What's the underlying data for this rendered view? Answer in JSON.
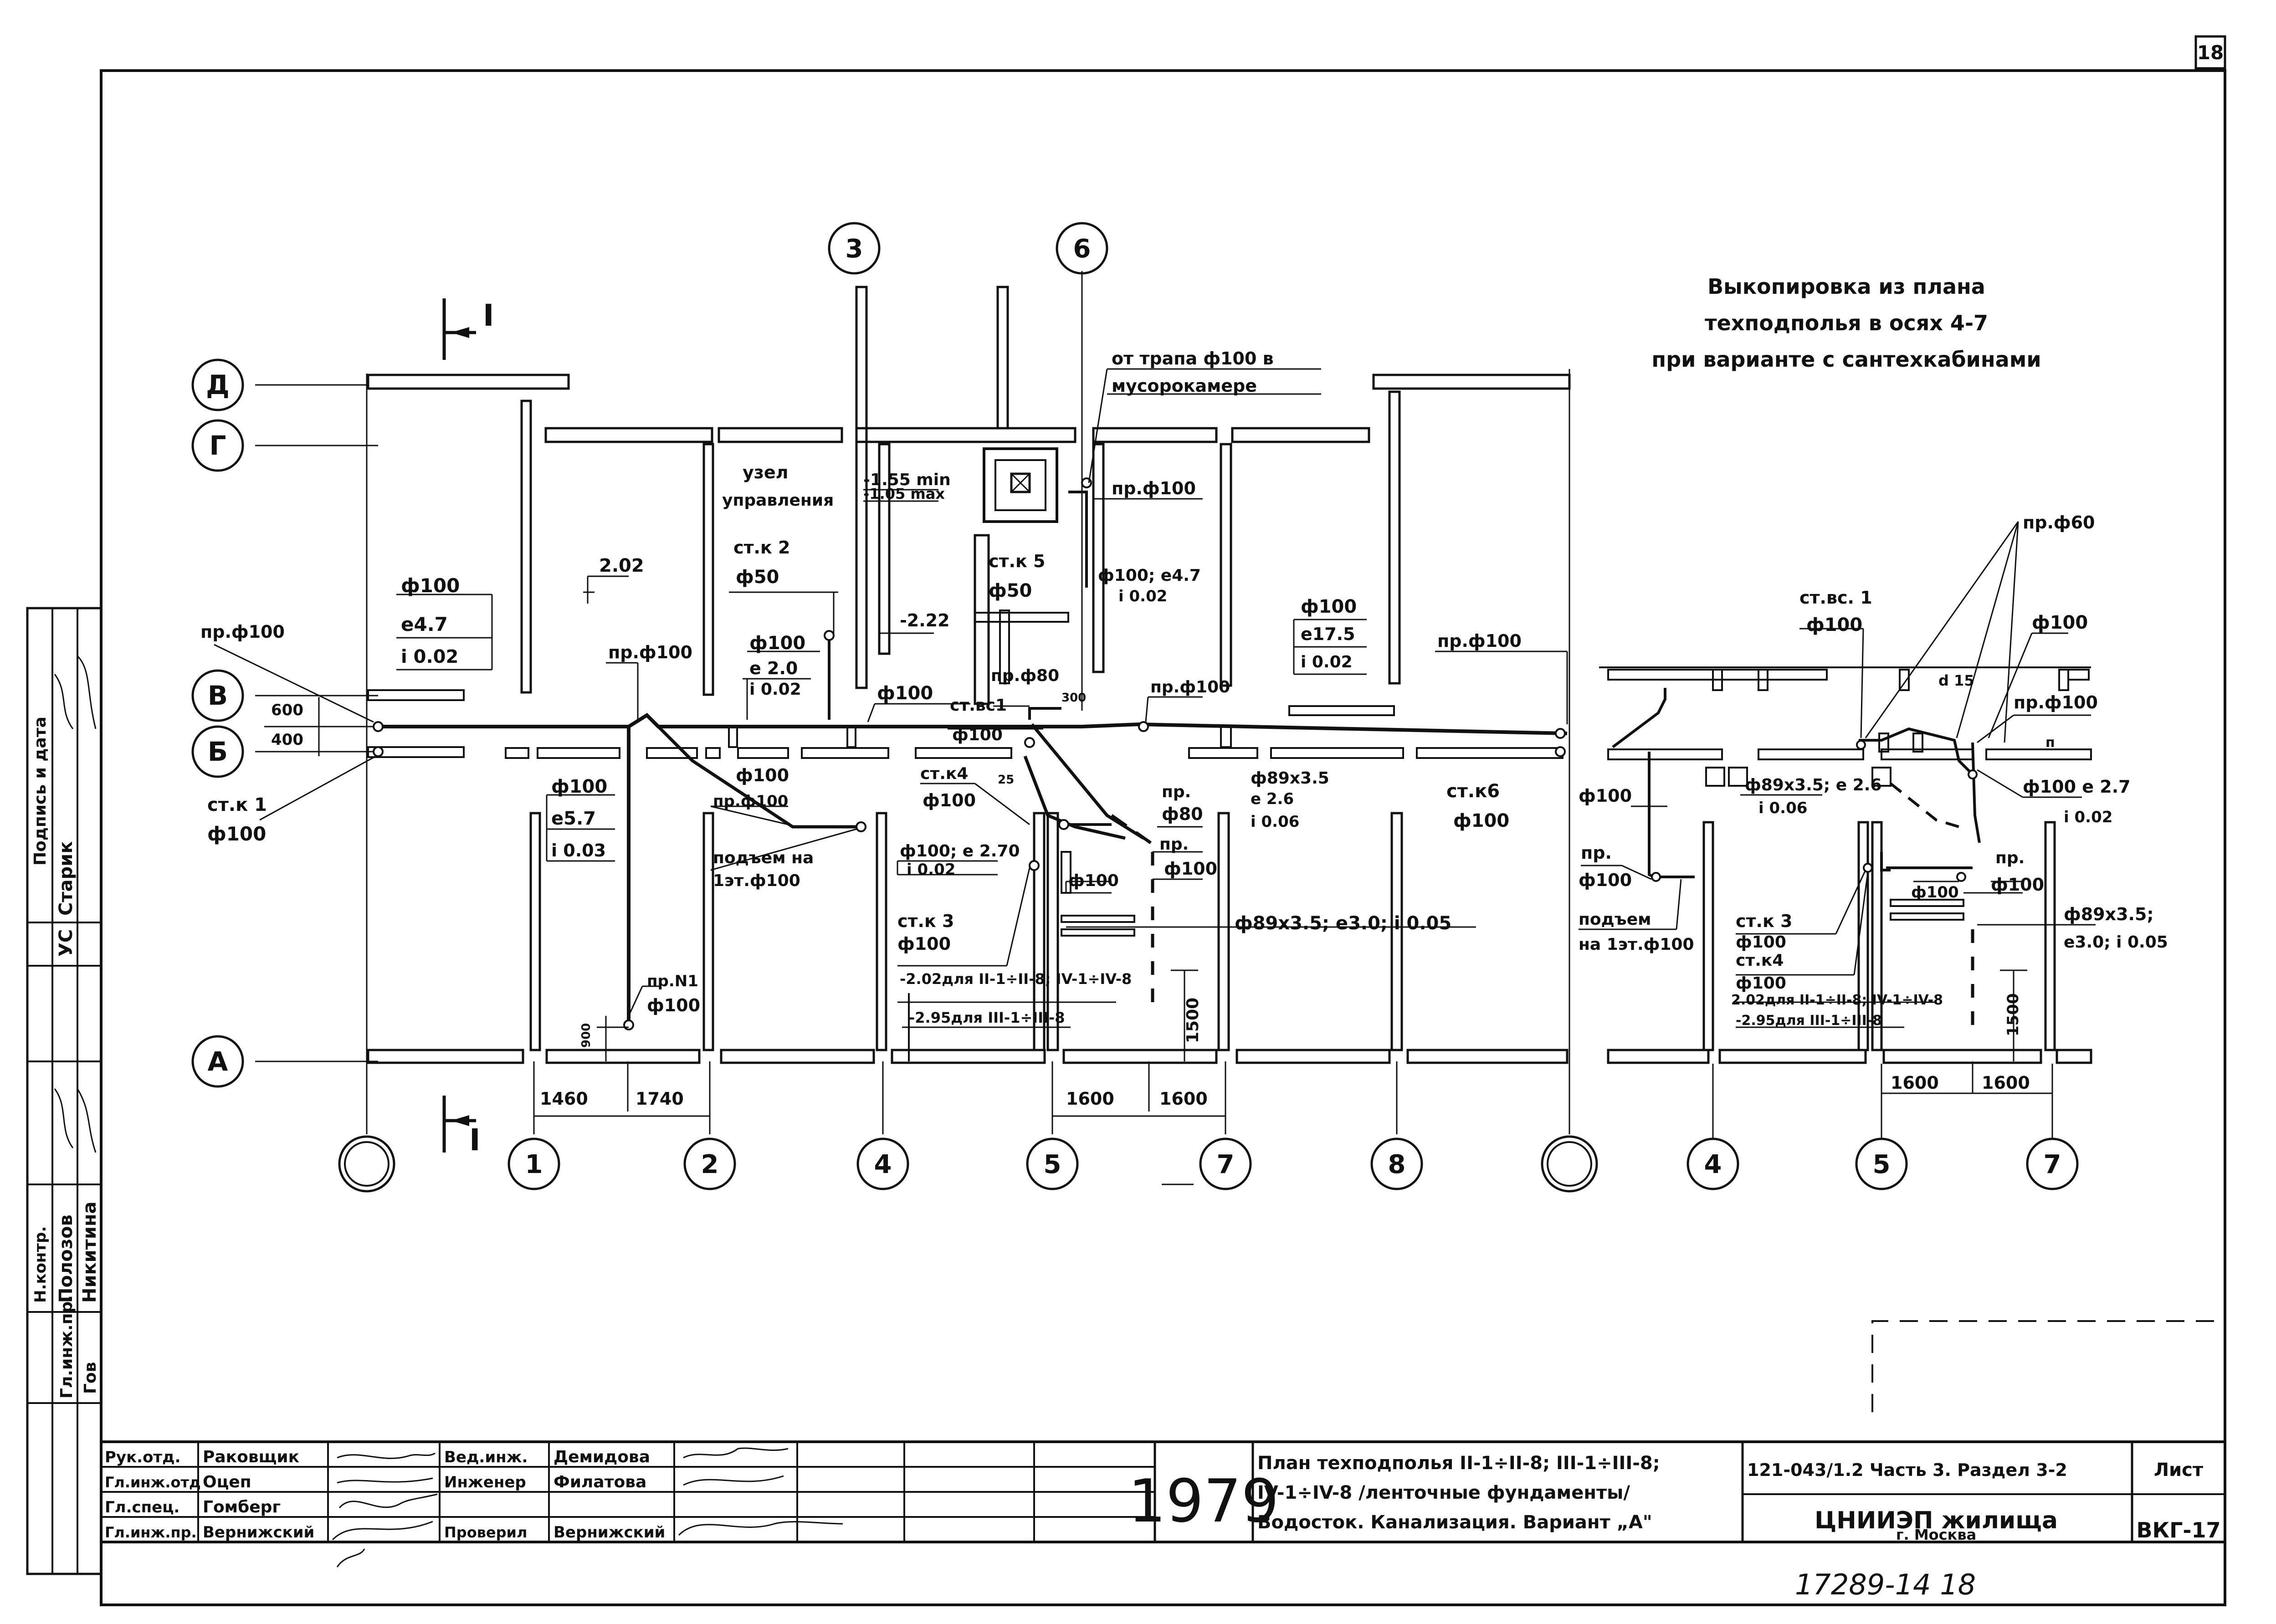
{
  "sheet_number_top": "18",
  "inset_title": {
    "line1": "Выкопировка из плана",
    "line2": "техподполья в осях 4-7",
    "line3": "при варианте с сантехкабинами"
  },
  "axes": {
    "rows": [
      "Д",
      "Г",
      "В",
      "Б",
      "А"
    ],
    "top_cols": [
      "3",
      "6"
    ],
    "bottom_cols": [
      "",
      "1",
      "2",
      "4",
      "5",
      "7",
      "8",
      ""
    ],
    "inset_cols": [
      "4",
      "5",
      "7"
    ]
  },
  "section_mark": "I",
  "labels": {
    "trap": "от трапа ф100 в",
    "trap2": "мусорокамере",
    "uzel1": "узел",
    "uzel2": "управления",
    "lvl_a": "-1.55 min",
    "lvl_b": "-1.05 max",
    "pr100_top": "пр.ф100",
    "elev_202": "2.02",
    "elev_222": "-2.22",
    "stk2": "ст.к 2",
    "f50a": "ф50",
    "stk5": "ст.к 5",
    "f50b": "ф50",
    "f100_e47": "ф100; е4.7",
    "i002_a": "i 0.02",
    "p1_f": "ф100",
    "p1_e": "е4.7",
    "p1_i": "i 0.02",
    "pr100_left": "пр.ф100",
    "pr100_mid": "пр.ф100",
    "p2_f": "ф100",
    "p2_e": "е 2.0",
    "p2_i": "i 0.02",
    "f100_main": "ф100",
    "stvc1": "ст.вс1",
    "f100_u": "ф100",
    "pr80": "пр.ф80",
    "n300": "300",
    "pr100_r": "пр.ф100",
    "p3_f": "ф100",
    "p3_e": "е17.5",
    "p3_i": "i 0.02",
    "pr100_far": "пр.ф100",
    "dim600": "600",
    "dim400": "400",
    "stk1": "ст.к 1",
    "f100_k1": "ф100",
    "p4_f": "ф100",
    "p4_e": "е5.7",
    "p4_i": "i 0.03",
    "f100_s": "ф100",
    "pr100_s": "пр.ф100",
    "podem1": "подъем на",
    "podem2": "1эт.ф100",
    "stk4": "ст.к4",
    "f100_k4": "ф100",
    "n25": "25",
    "f100_e270": "ф100; е 2.70",
    "i002_b": "i 0.02",
    "pr_a": "пр.",
    "f80": "ф80",
    "pr_b": "пр.",
    "f100_pr": "ф100",
    "f100_box": "ф100",
    "f89_1": "ф89х3.5",
    "e26_1": "е 2.6",
    "i006_1": "i 0.06",
    "stk6": "ст.к6",
    "f100_k6": "ф100",
    "f89_long": "ф89х3.5; е3.0; i 0.05",
    "stk3": "ст.к 3",
    "f100_k3": "ф100",
    "note1": "-2.02для II-1÷II-8; IV-1÷IV-8",
    "note2": "-2.95для III-1÷III-8",
    "pr_n1": "пр.N1",
    "f100_n1": "ф100",
    "dim900": "900",
    "dim1500": "1500",
    "dim1460": "1460",
    "dim1740": "1740",
    "dim1600a": "1600",
    "dim1600b": "1600"
  },
  "inset_labels": {
    "pr60": "пр.ф60",
    "stvc1": "ст.вс. 1",
    "f100_a": "ф100",
    "f100_b": "ф100",
    "d15": "d 15",
    "pr100": "пр.ф100",
    "n": "п",
    "f89": "ф89х3.5; е 2.6",
    "i006": "i 0.06",
    "f100_e27": "ф100 е 2.7",
    "i002": "i 0.02",
    "f100_left": "ф100",
    "pr_left": "пр.",
    "f100_pr_left": "ф100",
    "podem1": "подъем",
    "podem2": "на 1эт.ф100",
    "stk3": "ст.к 3",
    "f100_k3": "ф100",
    "stk4": "ст.к4",
    "f100_k4": "ф100",
    "note1": "2.02для II-1÷II-8; IV-1÷IV-8",
    "note2": "-2.95для III-1÷III-8",
    "f100_x": "ф100",
    "pr_r": "пр.",
    "f100_r": "ф100",
    "f89_r1": "ф89х3.5;",
    "f89_r2": "е3.0; i 0.05",
    "dim1500": "1500",
    "dim1600a": "1600",
    "dim1600b": "1600"
  },
  "side_stamp": [
    "Подпись и дата",
    "Старик",
    "УС",
    "Н.контр.",
    "Полозов",
    "Никитина",
    "Гл.инж.пр.",
    "Гов"
  ],
  "title_block": {
    "roles": [
      "Рук.отд.",
      "Гл.инж.отд",
      "Гл.спец.",
      "Гл.инж.пр."
    ],
    "names": [
      "Раковщик",
      "Оцеп",
      "Гомберг",
      "Вернижский"
    ],
    "roles2": [
      "Вед.инж.",
      "Инженер",
      "Проверил"
    ],
    "names2": [
      "Демидова",
      "Филатова",
      "Вернижский"
    ],
    "year": "1979",
    "title_line1": "План техподполья II-1÷II-8; III-1÷III-8;",
    "title_line2": "IV-1÷IV-8 /ленточные фундаменты/",
    "title_line3": "Водосток. Канализация. Вариант „А\"",
    "code": "121-043/1.2 Часть 3. Раздел 3-2",
    "org": "ЦНИИЭП жилища",
    "city": "г. Москва",
    "sheet_label": "Лист",
    "sheet_code": "ВКГ-17"
  },
  "bottom_number": "17289-14 18"
}
